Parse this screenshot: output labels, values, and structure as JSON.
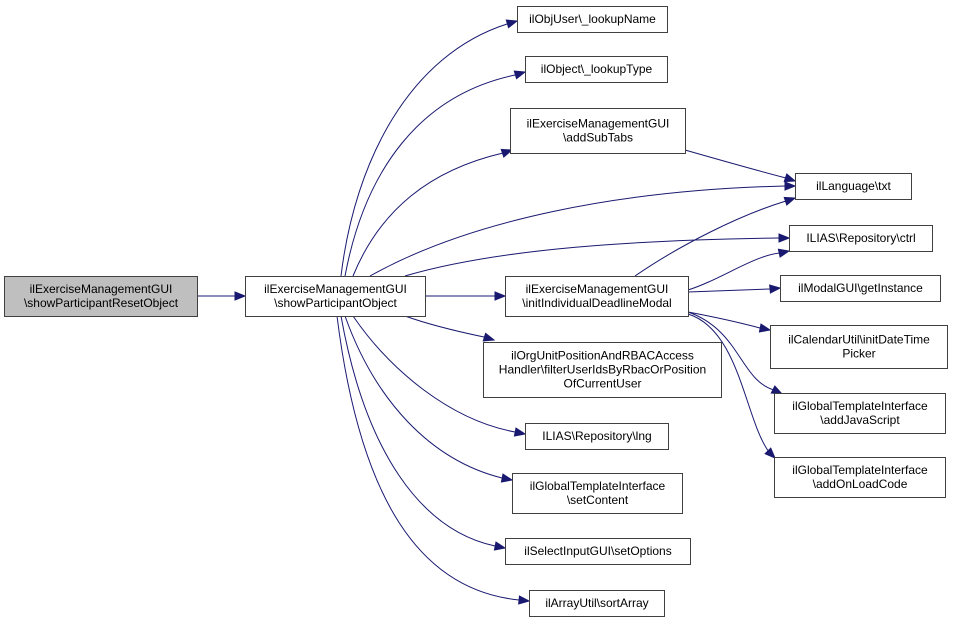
{
  "diagram": {
    "type": "call-graph",
    "colors": {
      "edge": "#191970",
      "node_border": "#404040",
      "root_fill": "#bfbfbf",
      "node_fill": "#ffffff"
    },
    "nodes": [
      {
        "id": "root",
        "lines": [
          "ilExerciseManagementGUI",
          "\\showParticipantResetObject"
        ],
        "root": true
      },
      {
        "id": "spo",
        "lines": [
          "ilExerciseManagementGUI",
          "\\showParticipantObject"
        ]
      },
      {
        "id": "lookupName",
        "lines": [
          "ilObjUser\\_lookupName"
        ]
      },
      {
        "id": "lookupType",
        "lines": [
          "ilObject\\_lookupType"
        ]
      },
      {
        "id": "addSubTabs",
        "lines": [
          "ilExerciseManagementGUI",
          "\\addSubTabs"
        ]
      },
      {
        "id": "txt",
        "lines": [
          "ilLanguage\\txt"
        ]
      },
      {
        "id": "ctrl",
        "lines": [
          "ILIAS\\Repository\\ctrl"
        ]
      },
      {
        "id": "initModal",
        "lines": [
          "ilExerciseManagementGUI",
          "\\initIndividualDeadlineModal"
        ]
      },
      {
        "id": "modalGet",
        "lines": [
          "ilModalGUI\\getInstance"
        ]
      },
      {
        "id": "dtPicker",
        "lines": [
          "ilCalendarUtil\\initDateTime",
          "Picker"
        ]
      },
      {
        "id": "filterUser",
        "lines": [
          "ilOrgUnitPositionAndRBACAccess",
          "Handler\\filterUserIdsByRbacOrPosition",
          "OfCurrentUser"
        ]
      },
      {
        "id": "addJS",
        "lines": [
          "ilGlobalTemplateInterface",
          "\\addJavaScript"
        ]
      },
      {
        "id": "lng",
        "lines": [
          "ILIAS\\Repository\\lng"
        ]
      },
      {
        "id": "addOnLoad",
        "lines": [
          "ilGlobalTemplateInterface",
          "\\addOnLoadCode"
        ]
      },
      {
        "id": "setContent",
        "lines": [
          "ilGlobalTemplateInterface",
          "\\setContent"
        ]
      },
      {
        "id": "setOptions",
        "lines": [
          "ilSelectInputGUI\\setOptions"
        ]
      },
      {
        "id": "sortArray",
        "lines": [
          "ilArrayUtil\\sortArray"
        ]
      }
    ],
    "edges": [
      {
        "from": "root",
        "to": "spo"
      },
      {
        "from": "spo",
        "to": "lookupName"
      },
      {
        "from": "spo",
        "to": "lookupType"
      },
      {
        "from": "spo",
        "to": "addSubTabs"
      },
      {
        "from": "spo",
        "to": "txt"
      },
      {
        "from": "spo",
        "to": "ctrl"
      },
      {
        "from": "spo",
        "to": "initModal"
      },
      {
        "from": "spo",
        "to": "filterUser"
      },
      {
        "from": "spo",
        "to": "lng"
      },
      {
        "from": "spo",
        "to": "setContent"
      },
      {
        "from": "spo",
        "to": "setOptions"
      },
      {
        "from": "spo",
        "to": "sortArray"
      },
      {
        "from": "addSubTabs",
        "to": "txt"
      },
      {
        "from": "initModal",
        "to": "txt"
      },
      {
        "from": "initModal",
        "to": "ctrl"
      },
      {
        "from": "initModal",
        "to": "modalGet"
      },
      {
        "from": "initModal",
        "to": "dtPicker"
      },
      {
        "from": "initModal",
        "to": "addJS"
      },
      {
        "from": "initModal",
        "to": "addOnLoad"
      }
    ]
  }
}
